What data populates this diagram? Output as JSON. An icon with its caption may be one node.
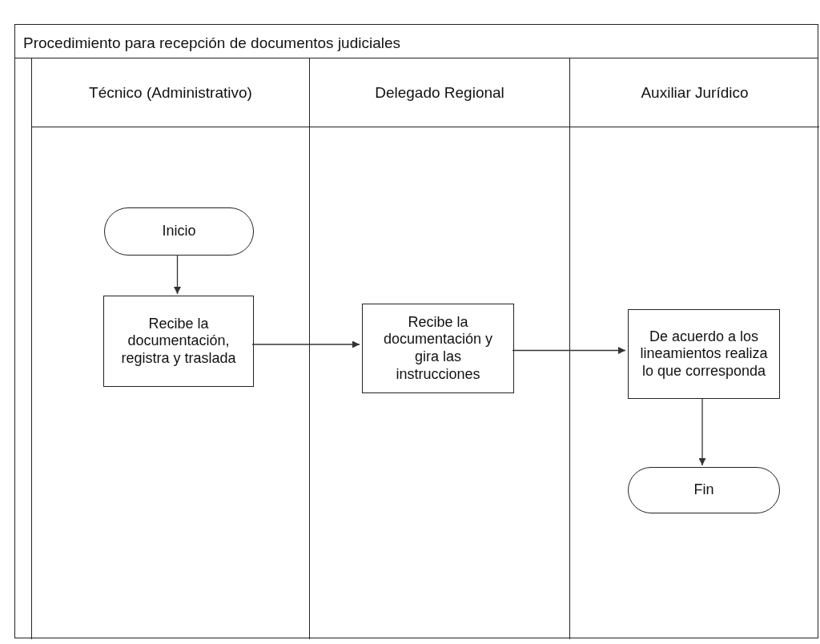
{
  "diagram": {
    "nodes": [
      {
        "text": [
          "Procedimiento para recepción de documentos judiciales"
        ]
      },
      {
        "text": [
          "Técnico (Administrativo)"
        ],
        "in": 0
      },
      {
        "text": [
          "Delegado Regional"
        ],
        "in": 0
      },
      {
        "text": [
          "Auxiliar Jurídico"
        ],
        "in": 0
      },
      {
        "text": [
          "Inicio"
        ],
        "in": 1
      },
      {
        "text": [
          "Recibe la documentación, registra y traslada"
        ],
        "in": 1
      },
      {
        "text": [
          "Recibe la documentación y gira las instrucciones"
        ],
        "in": 2
      },
      {
        "text": [
          "De acuerdo a los lineamientos realiza lo que corresponda"
        ],
        "in": 3
      },
      {
        "text": [
          "Fin"
        ],
        "in": 3
      }
    ],
    "edges": [
      {
        "from": 4,
        "to": 5,
        "arrow": "to"
      },
      {
        "from": 5,
        "to": 6,
        "arrow": "to"
      },
      {
        "from": 6,
        "to": 7,
        "arrow": "to"
      },
      {
        "from": 7,
        "to": 8,
        "arrow": "to"
      }
    ]
  }
}
